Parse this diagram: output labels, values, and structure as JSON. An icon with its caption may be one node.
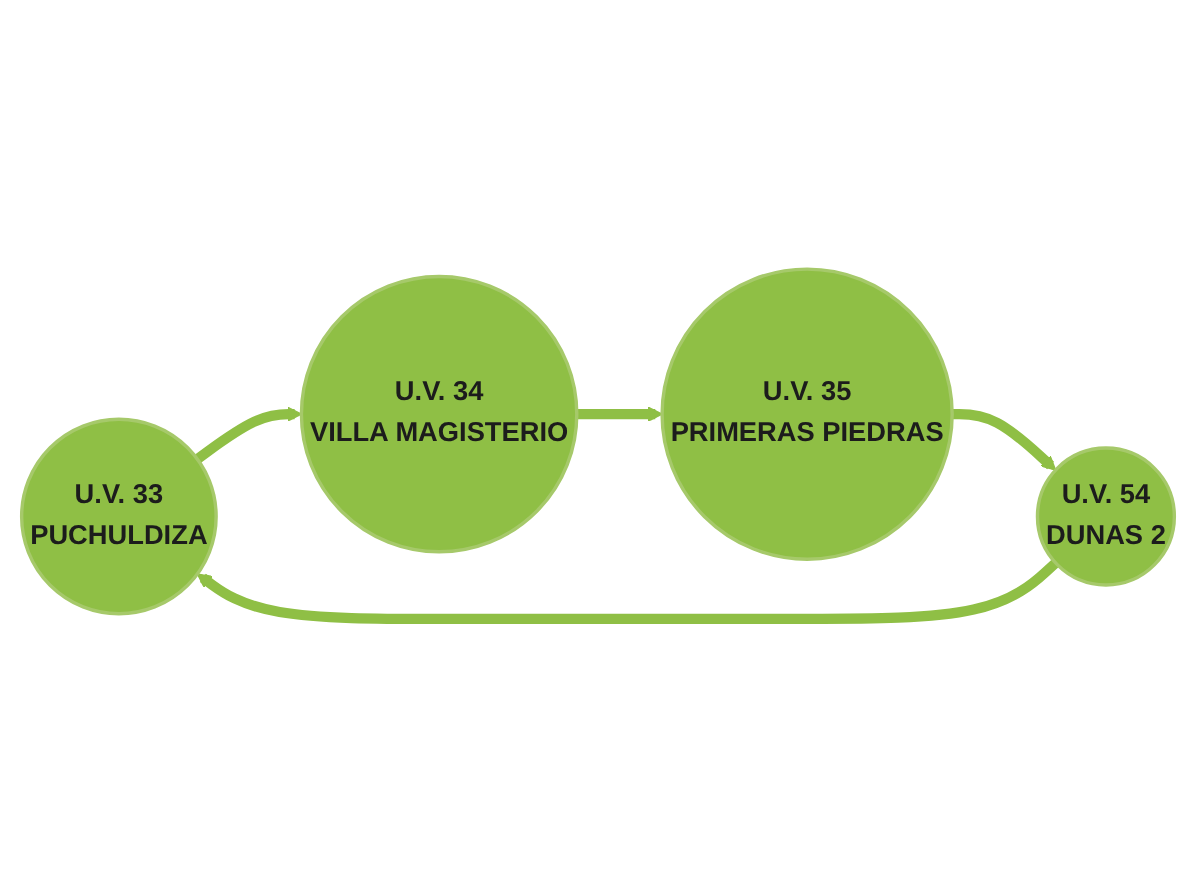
{
  "diagram": {
    "nodes": [
      {
        "text": [
          "U.V. 33",
          "PUCHULDIZA"
        ]
      },
      {
        "text": [
          "U.V. 34",
          "VILLA MAGISTERIO"
        ]
      },
      {
        "text": [
          "U.V. 35",
          "PRIMERAS PIEDRAS"
        ]
      },
      {
        "text": [
          "U.V. 54",
          "DUNAS 2"
        ]
      }
    ],
    "edges": [
      {
        "from": 0,
        "to": 1,
        "arrow": "to"
      },
      {
        "from": 1,
        "to": 2,
        "arrow": "to"
      },
      {
        "from": 2,
        "to": 3,
        "arrow": "to"
      },
      {
        "from": 3,
        "to": 0,
        "arrow": "to"
      }
    ]
  }
}
